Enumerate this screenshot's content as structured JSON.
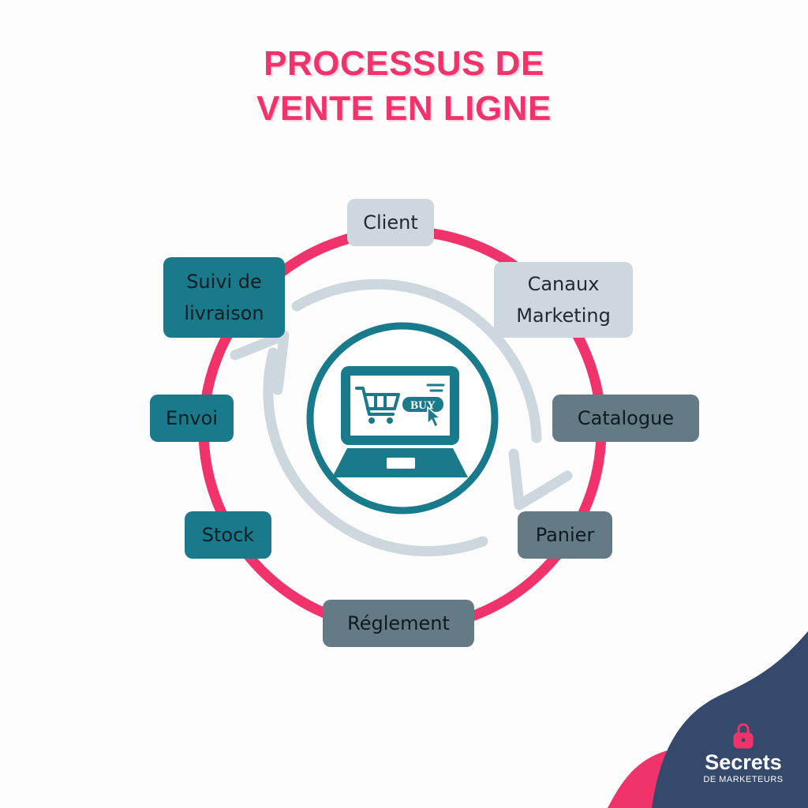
{
  "title": {
    "line1": "PROCESSUS DE",
    "line2": "VENTE EN LIGNE"
  },
  "center_icon": {
    "name": "laptop-shopping-icon",
    "button_text": "BUY"
  },
  "nodes": {
    "client": "Client",
    "canaux_line1": "Canaux",
    "canaux_line2": "Marketing",
    "catalogue": "Catalogue",
    "panier": "Panier",
    "reglement": "Réglement",
    "stock": "Stock",
    "envoi": "Envoi",
    "suivi_line1": "Suivi de",
    "suivi_line2": "livraison"
  },
  "brand": {
    "name": "Secrets",
    "subtitle": "DE MARKETEURS"
  },
  "colors": {
    "accent_pink": "#f0336b",
    "teal": "#187a8a",
    "slate": "#647b86",
    "light_grey": "#cdd7de",
    "navy": "#34496b"
  }
}
